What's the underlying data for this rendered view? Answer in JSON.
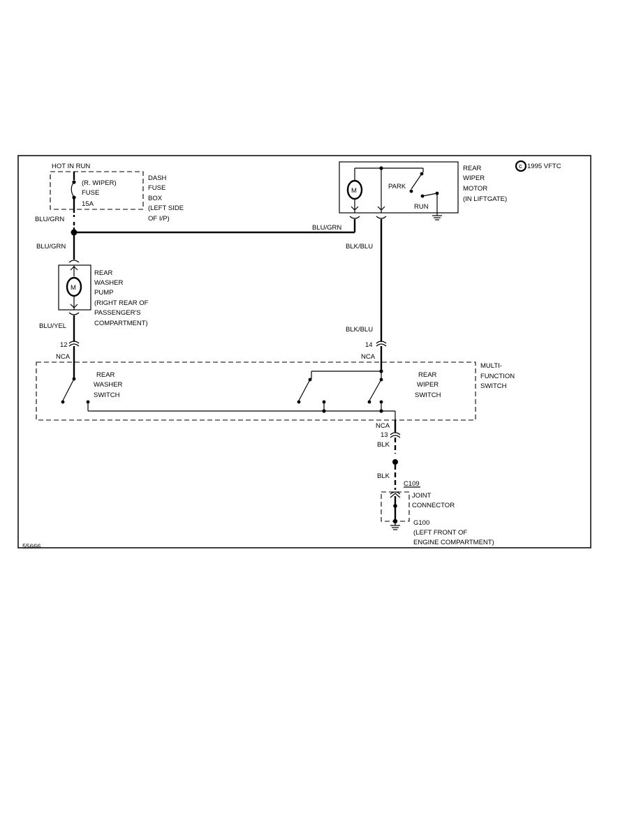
{
  "copyright": "1995 VFTC",
  "figure_id": "55666",
  "power": {
    "hot_label": "HOT IN RUN",
    "fuse_name": "(R. WIPER)",
    "fuse_word": "FUSE",
    "fuse_rating": "15A",
    "fuse_box_lines": [
      "DASH",
      "FUSE",
      "BOX",
      "(LEFT SIDE",
      "OF I/P)"
    ]
  },
  "wires": {
    "fuse_out": "BLU/GRN",
    "to_pump": "BLU/GRN",
    "to_motor": "BLU/GRN",
    "motor_out": "BLK/BLU",
    "motor_to_switch": "BLK/BLU",
    "pump_out": "BLU/YEL",
    "switch_out": "BLK",
    "to_ground": "BLK"
  },
  "washer_pump": {
    "motor_symbol": "M",
    "lines": [
      "REAR",
      "WASHER",
      "PUMP",
      "(RIGHT REAR OF",
      "PASSENGER'S",
      "COMPARTMENT)"
    ]
  },
  "wiper_motor": {
    "motor_symbol": "M",
    "park_label": "PARK",
    "run_label": "RUN",
    "lines": [
      "REAR",
      "WIPER",
      "MOTOR",
      "(IN LIFTGATE)"
    ]
  },
  "multifunction_switch": {
    "lines": [
      "MULTI-",
      "FUNCTION",
      "SWITCH"
    ],
    "washer_switch_lines": [
      "REAR",
      "WASHER",
      "SWITCH"
    ],
    "wiper_switch_lines": [
      "REAR",
      "WIPER",
      "SWITCH"
    ],
    "pin_washer": "12",
    "pin_wiper": "14",
    "pin_ground": "13",
    "nca_washer": "NCA",
    "nca_wiper": "NCA",
    "nca_ground": "NCA"
  },
  "ground": {
    "connector_id": "C109",
    "connector_lines": [
      "JOINT",
      "CONNECTOR"
    ],
    "ground_id": "G100",
    "ground_lines": [
      "(LEFT FRONT OF",
      "ENGINE COMPARTMENT)"
    ]
  }
}
